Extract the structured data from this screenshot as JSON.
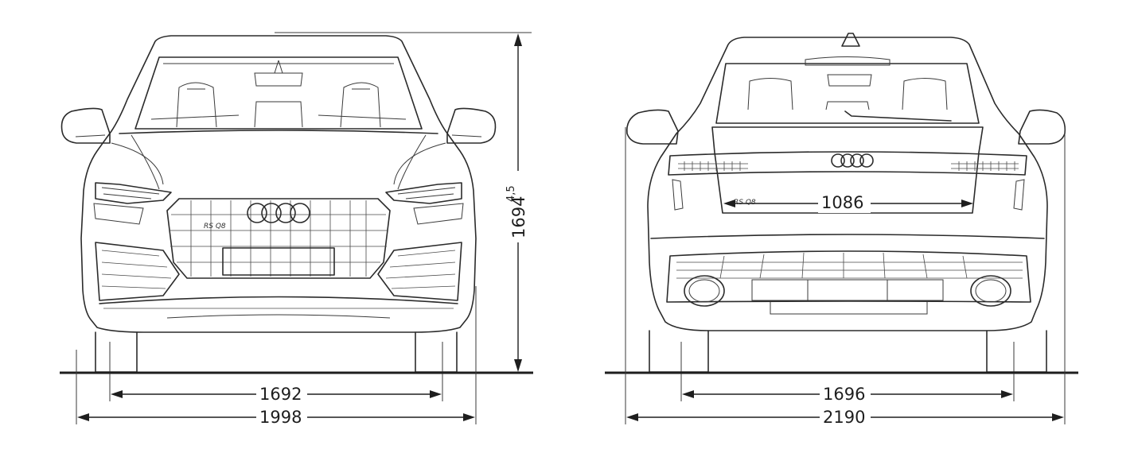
{
  "front_view": {
    "track_width": "1692",
    "overall_width": "1998",
    "height": "1694",
    "height_superscript": "4,5",
    "grille_badge": "RS Q8"
  },
  "rear_view": {
    "track_width": "1696",
    "overall_width": "2190",
    "tailgate_opening": "1086",
    "tailgate_badge": "RS Q8"
  }
}
